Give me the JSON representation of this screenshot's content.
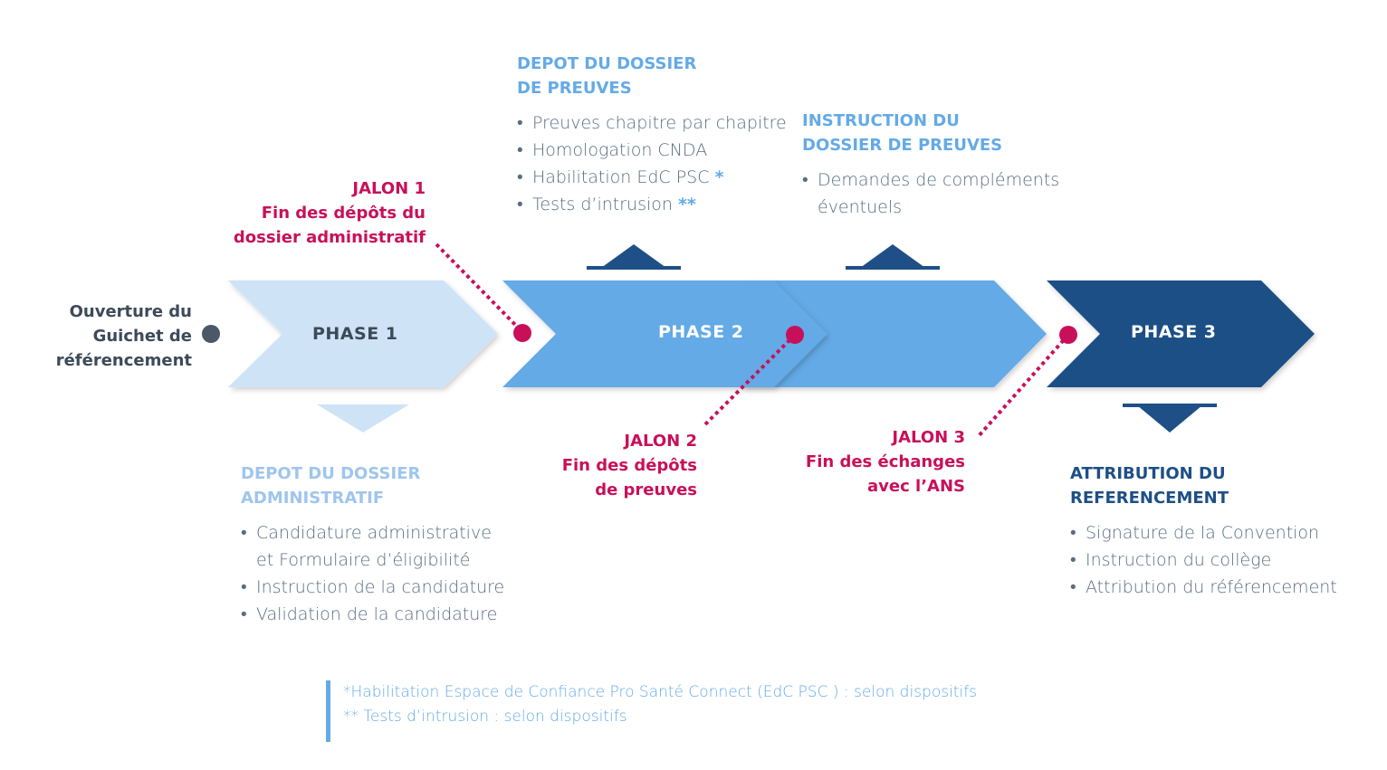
{
  "colors": {
    "phase1": "#cfe3f7",
    "phase2": "#64aae6",
    "phase3": "#1e4f86",
    "jalon": "#c8105a",
    "opening_dot": "#4a5868",
    "text_gray": "#5a6d80"
  },
  "opening": {
    "lines": [
      "Ouverture du",
      "Guichet de",
      "référencement"
    ]
  },
  "phases": [
    {
      "label": "PHASE 1"
    },
    {
      "label": "PHASE 2"
    },
    {
      "label": "PHASE 3"
    }
  ],
  "blocks": {
    "depot_admin": {
      "title": [
        "DEPOT DU DOSSIER",
        "ADMINISTRATIF"
      ],
      "items": [
        "Candidature administrative",
        "et Formulaire d’éligibilité",
        "Instruction de la candidature",
        "Validation de la candidature"
      ]
    },
    "depot_preuves": {
      "title": [
        "DEPOT DU DOSSIER",
        "DE PREUVES"
      ],
      "items": [
        "Preuves chapitre par chapitre",
        "Homologation CNDA",
        "Habilitation  EdC PSC",
        "Tests d’intrusion"
      ],
      "marks": [
        "*",
        "**"
      ]
    },
    "instruction": {
      "title": [
        "INSTRUCTION DU",
        "DOSSIER DE PREUVES"
      ],
      "items": [
        "Demandes de compléments",
        "éventuels"
      ]
    },
    "attribution": {
      "title": [
        "ATTRIBUTION DU",
        "REFERENCEMENT"
      ],
      "items": [
        "Signature de la Convention",
        "Instruction du collège",
        "Attribution du référencement"
      ]
    }
  },
  "jalons": [
    {
      "lines": [
        "JALON 1",
        "Fin des dépôts  du",
        "dossier administratif"
      ]
    },
    {
      "lines": [
        "JALON 2",
        "Fin des dépôts",
        "de preuves"
      ]
    },
    {
      "lines": [
        "JALON 3",
        "Fin des échanges",
        "avec l’ANS"
      ]
    }
  ],
  "footnotes": [
    "*Habilitation Espace de Confiance Pro Santé Connect (EdC PSC ) : selon dispositifs",
    "** Tests d’intrusion : selon dispositifs"
  ]
}
